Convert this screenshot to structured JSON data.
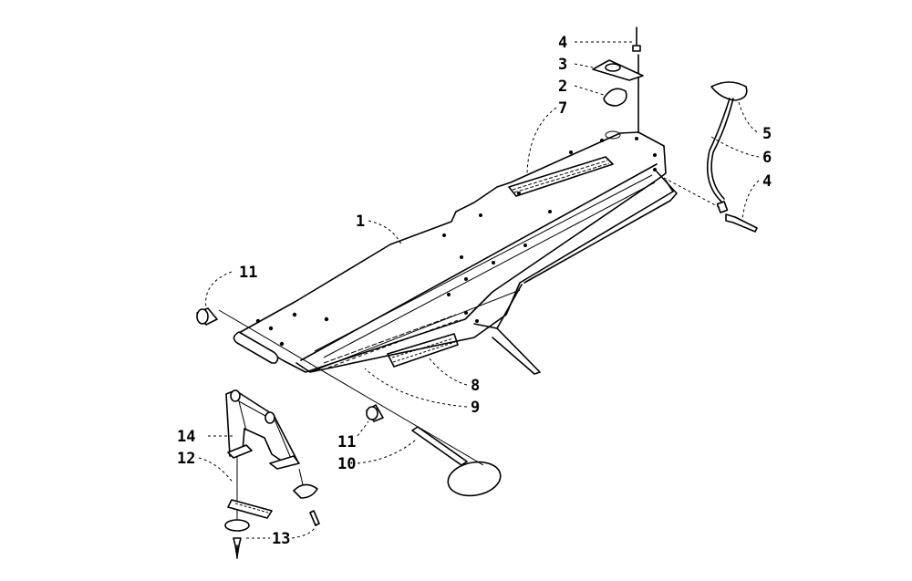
{
  "diagram": {
    "callouts": [
      {
        "id": "c4a",
        "label": "4"
      },
      {
        "id": "c3",
        "label": "3"
      },
      {
        "id": "c2",
        "label": "2"
      },
      {
        "id": "c7",
        "label": "7"
      },
      {
        "id": "c5",
        "label": "5"
      },
      {
        "id": "c6",
        "label": "6"
      },
      {
        "id": "c4b",
        "label": "4"
      },
      {
        "id": "c1",
        "label": "1"
      },
      {
        "id": "c11a",
        "label": "11"
      },
      {
        "id": "c8",
        "label": "8"
      },
      {
        "id": "c9",
        "label": "9"
      },
      {
        "id": "c14",
        "label": "14"
      },
      {
        "id": "c11b",
        "label": "11"
      },
      {
        "id": "c12",
        "label": "12"
      },
      {
        "id": "c10",
        "label": "10"
      },
      {
        "id": "c13",
        "label": "13"
      }
    ]
  }
}
